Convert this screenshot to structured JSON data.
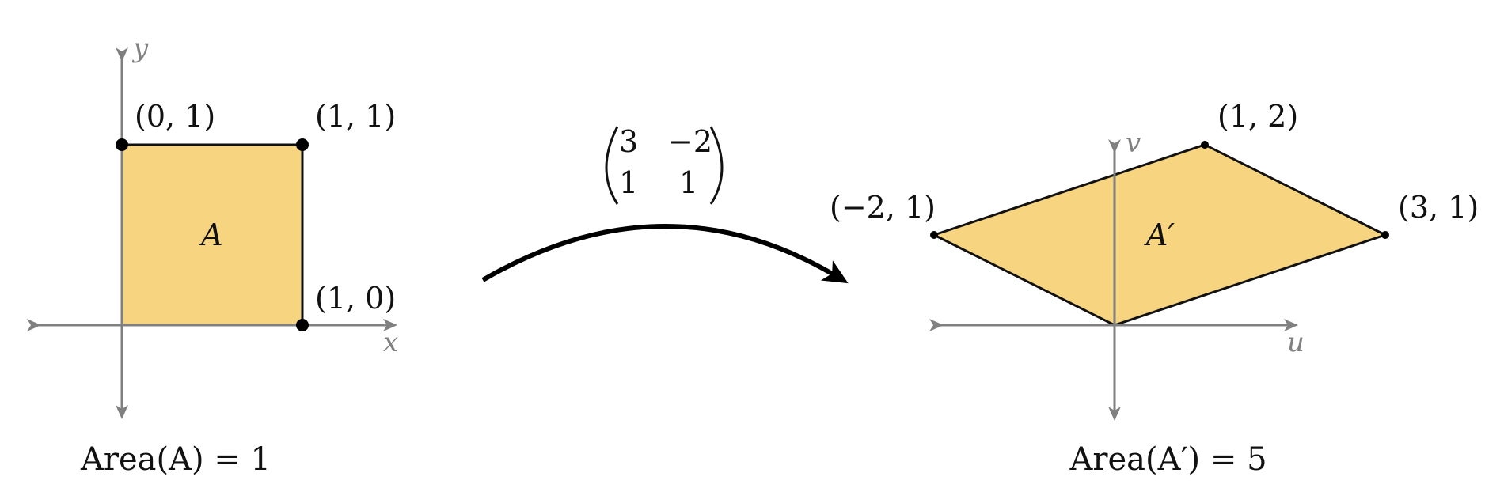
{
  "colors": {
    "fill": "#f6d480",
    "axis": "#808080",
    "outline": "#111111"
  },
  "left": {
    "x_axis_label": "x",
    "y_axis_label": "y",
    "region_label": "A",
    "vertex_labels": {
      "origin_top": "(0, 1)",
      "top_right": "(1, 1)",
      "bottom_right": "(1, 0)"
    },
    "area_text": "Area(A) = 1"
  },
  "transform": {
    "matrix": [
      [
        "3",
        "−2"
      ],
      [
        "1",
        "1"
      ]
    ]
  },
  "right": {
    "x_axis_label": "u",
    "y_axis_label": "v",
    "region_label": "A′",
    "vertex_labels": {
      "left": "(−2, 1)",
      "top": "(1, 2)",
      "right": "(3, 1)"
    },
    "area_text": "Area(A′) = 5"
  }
}
